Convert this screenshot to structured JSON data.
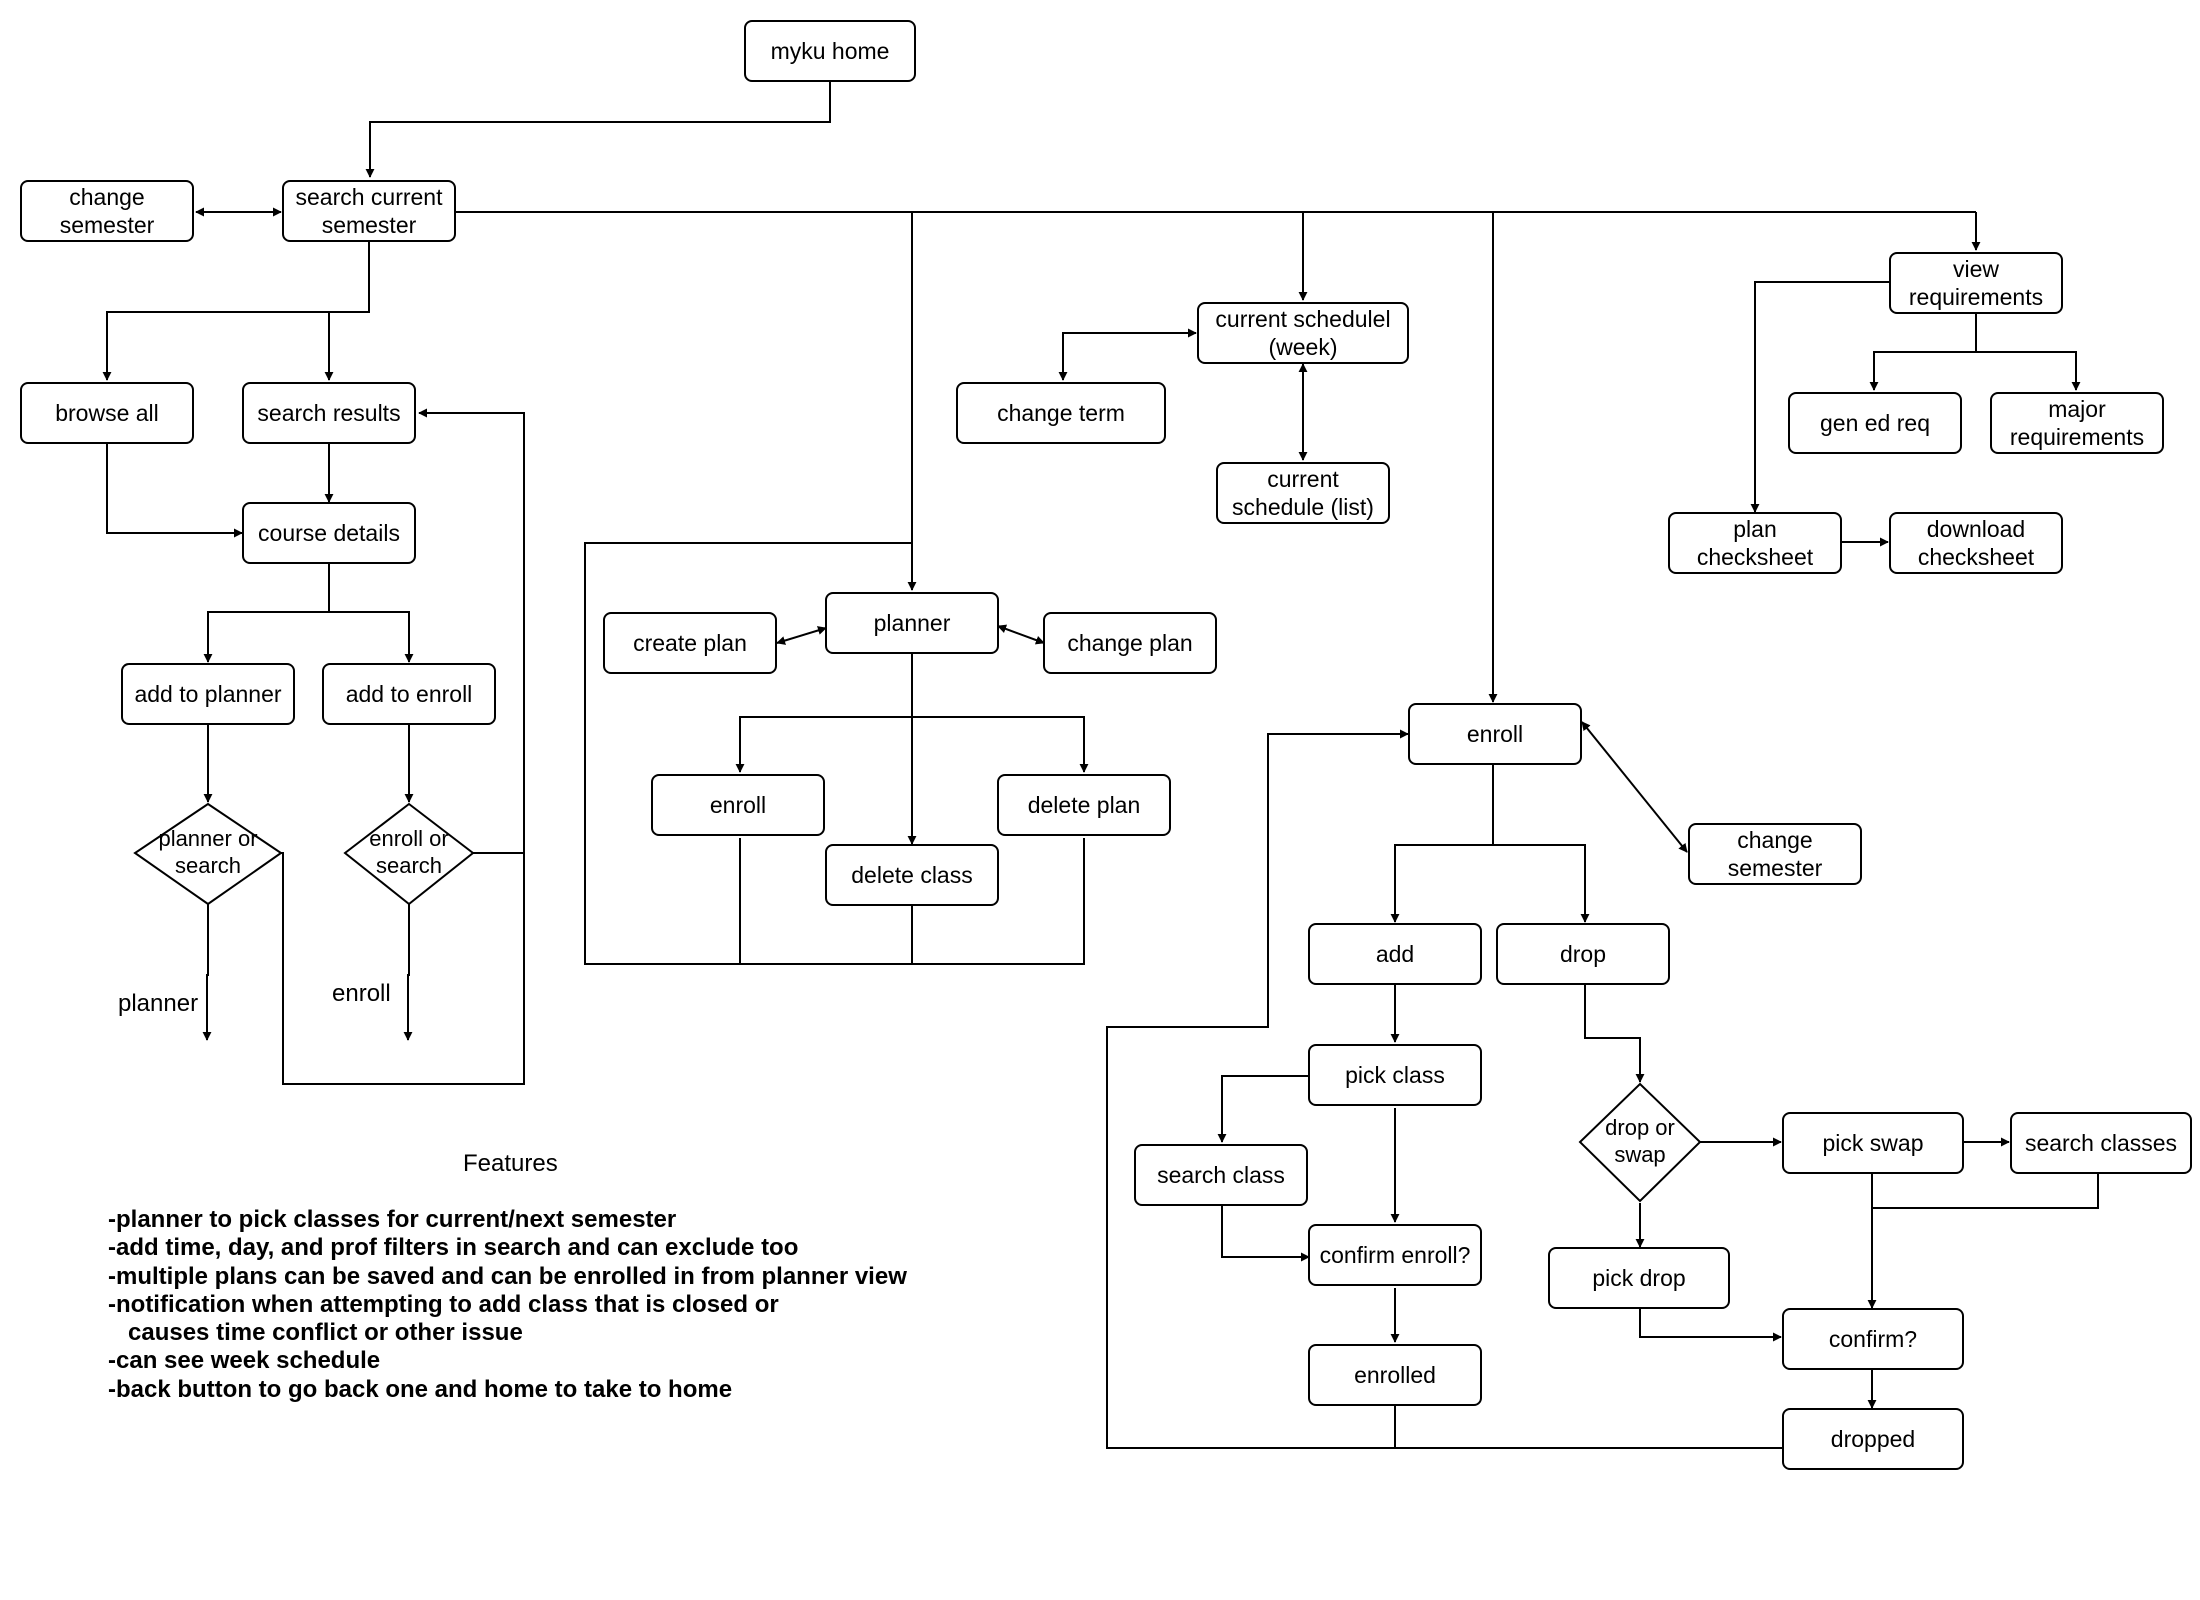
{
  "nodes": {
    "myku_home": "myku home",
    "change_semester_left": "change\nsemester",
    "search_current_semester": "search current\nsemester",
    "browse_all": "browse all",
    "search_results": "search results",
    "course_details": "course details",
    "add_to_planner": "add to planner",
    "add_to_enroll": "add to enroll",
    "planner_or_search": "planner or\nsearch",
    "enroll_or_search": "enroll or\nsearch",
    "create_plan": "create plan",
    "planner": "planner",
    "change_plan": "change plan",
    "planner_enroll": "enroll",
    "delete_class": "delete class",
    "delete_plan": "delete plan",
    "current_schedule_week": "current schedulel\n(week)",
    "change_term": "change term",
    "current_schedule_list": "current\nschedule (list)",
    "view_requirements": "view\nrequirements",
    "gen_ed_req": "gen ed req",
    "major_requirements": "major\nrequirements",
    "plan_checksheet": "plan\nchecksheet",
    "download_checksheet": "download\nchecksheet",
    "enroll_main": "enroll",
    "change_semester_right": "change\nsemester",
    "add": "add",
    "drop": "drop",
    "pick_class": "pick class",
    "search_class": "search class",
    "confirm_enroll": "confirm enroll?",
    "enrolled": "enrolled",
    "drop_or_swap": "drop or\nswap",
    "pick_swap": "pick swap",
    "search_classes": "search classes",
    "pick_drop": "pick drop",
    "confirm": "confirm?",
    "dropped": "dropped"
  },
  "terminal_labels": {
    "planner": "planner",
    "enroll": "enroll"
  },
  "features": {
    "title": "Features",
    "items": [
      "-planner to pick classes for current/next semester",
      "-add time, day, and prof filters in search and can exclude too",
      "-multiple plans can be saved and can be enrolled in from planner view",
      "-notification when attempting to add class that is closed or",
      "   causes time conflict or other issue",
      "-can see week schedule",
      "-back button to go back one and home to take to home"
    ]
  }
}
